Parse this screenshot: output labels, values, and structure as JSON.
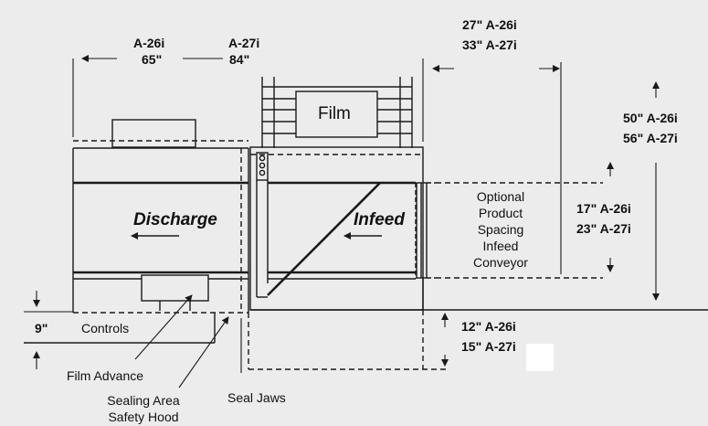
{
  "dimensions": {
    "top_left": {
      "model_row": [
        "A-26i",
        "A-27i"
      ],
      "value_row": [
        "65\"",
        "84\""
      ]
    },
    "top_right": [
      "27\" A-26i",
      "33\" A-27i"
    ],
    "right_height": [
      "50\" A-26i",
      "56\" A-27i"
    ],
    "infeed_height": [
      "17\" A-26i",
      "23\" A-27i"
    ],
    "bottom_right": [
      "12\" A-26i",
      "15\" A-27i"
    ],
    "left_height": "9\""
  },
  "labels": {
    "film": "Film",
    "discharge": "Discharge",
    "infeed": "Infeed",
    "controls": "Controls",
    "optional_conveyor": [
      "Optional",
      "Product",
      "Spacing",
      "Infeed",
      "Conveyor"
    ],
    "film_advance": "Film Advance",
    "sealing_area": [
      "Sealing Area",
      "Safety Hood"
    ],
    "seal_jaws": "Seal Jaws"
  },
  "colors": {
    "background": "#ececec",
    "line": "#1a1a1a",
    "white_patch": "#ffffff"
  }
}
